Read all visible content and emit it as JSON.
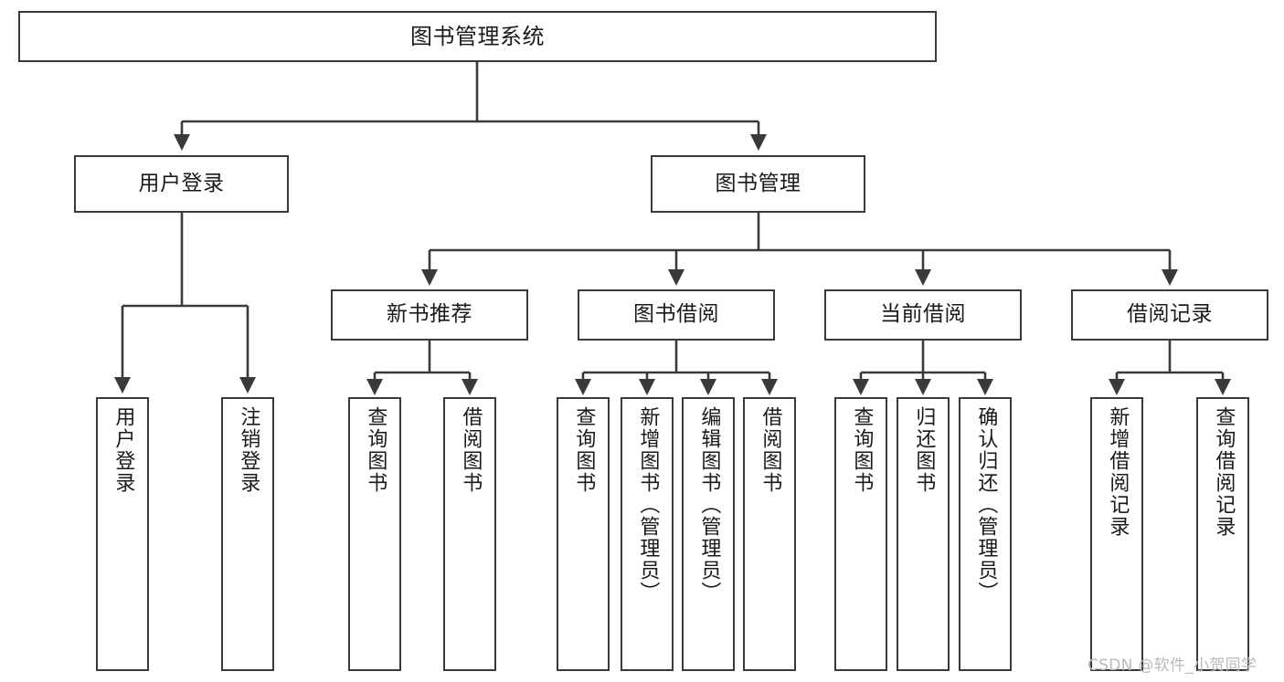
{
  "diagram": {
    "title_node": {
      "label": "图书管理系统"
    },
    "level2": [
      {
        "label": "用户登录"
      },
      {
        "label": "图书管理"
      }
    ],
    "level3": [
      {
        "label": "新书推荐"
      },
      {
        "label": "图书借阅"
      },
      {
        "label": "当前借阅"
      },
      {
        "label": "借阅记录"
      }
    ],
    "leaves": [
      {
        "label": "用户登录"
      },
      {
        "label": "注销登录"
      },
      {
        "label": "查询图书"
      },
      {
        "label": "借阅图书"
      },
      {
        "label": "查询图书"
      },
      {
        "label": "新增图书（管理员）"
      },
      {
        "label": "编辑图书（管理员）"
      },
      {
        "label": "借阅图书"
      },
      {
        "label": "查询图书"
      },
      {
        "label": "归还图书"
      },
      {
        "label": "确认归还（管理员）"
      },
      {
        "label": "新增借阅记录"
      },
      {
        "label": "查询借阅记录"
      }
    ],
    "watermark": "CSDN @软件_小贺同学",
    "colors": {
      "stroke": "#3a3a3a",
      "fill": "#ffffff",
      "text": "#1a1a1a",
      "watermark": "#b9b9b9"
    }
  }
}
